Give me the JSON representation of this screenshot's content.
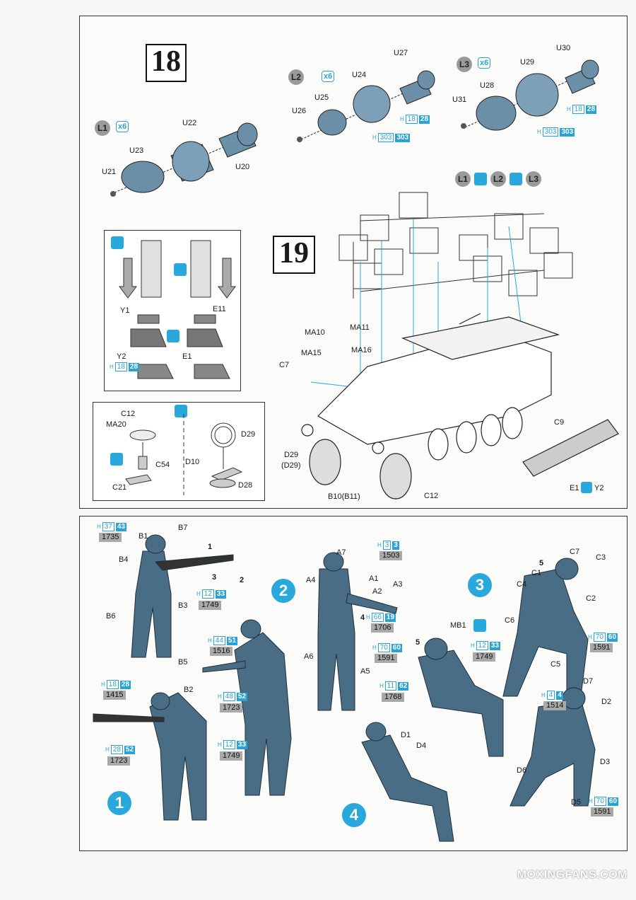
{
  "steps": {
    "s18": "18",
    "s19": "19"
  },
  "step18": {
    "groups": [
      {
        "id": "L1",
        "qty": "x6"
      },
      {
        "id": "L2",
        "qty": "x6"
      },
      {
        "id": "L3",
        "qty": "x6"
      }
    ],
    "parts": [
      "U21",
      "U23",
      "U22",
      "U20",
      "U26",
      "U25",
      "U24",
      "U27",
      "U31",
      "U28",
      "U29",
      "U30"
    ],
    "paints": [
      {
        "h": "H",
        "a": "18",
        "b": "28"
      },
      {
        "h": "H",
        "a": "303",
        "b": "303"
      },
      {
        "h": "H",
        "a": "18",
        "b": "28"
      },
      {
        "h": "H",
        "a": "303",
        "b": "303"
      }
    ]
  },
  "step19": {
    "top_labels": [
      "L1",
      "L2",
      "L3"
    ],
    "inset1": {
      "parts": [
        "Y1",
        "E11",
        "Y2",
        "E1"
      ],
      "paint": {
        "h": "H",
        "a": "18",
        "b": "28"
      }
    },
    "inset2": {
      "parts": [
        "C12",
        "MA20",
        "D29",
        "C54",
        "D10",
        "C21",
        "D28"
      ]
    },
    "parts": [
      "MA10",
      "MA11",
      "MA15",
      "MA16",
      "C7",
      "C9",
      "D29",
      "(D29)",
      "B10(B11)",
      "C12",
      "E1",
      "Y2"
    ]
  },
  "figures": {
    "f1": {
      "num": "1",
      "parts": [
        "B1",
        "B7",
        "B4",
        "B3",
        "B6",
        "B5",
        "B2"
      ],
      "callouts": [
        "1",
        "2",
        "3"
      ],
      "paints": [
        {
          "h": "H",
          "a": "37",
          "b": "43",
          "code": "1735"
        },
        {
          "h": "H",
          "a": "12",
          "b": "33",
          "code": "1749"
        },
        {
          "h": "H",
          "a": "18",
          "b": "28",
          "code": "1415"
        },
        {
          "h": "H",
          "a": "28",
          "b": "52",
          "code": "1723"
        }
      ]
    },
    "f2": {
      "num": "2",
      "parts": [
        "A7",
        "A1",
        "A4",
        "A2",
        "A3",
        "A6",
        "A5"
      ],
      "callout": "4",
      "paints": [
        {
          "h": "H",
          "a": "44",
          "b": "51",
          "code": "1516"
        },
        {
          "h": "H",
          "a": "48",
          "b": "52",
          "code": "1723"
        },
        {
          "h": "H",
          "a": "12",
          "b": "33",
          "code": "1749"
        },
        {
          "h": "H",
          "a": "3",
          "b": "3",
          "code": "1503"
        },
        {
          "h": "H",
          "a": "66",
          "b": "19",
          "code": "1706"
        },
        {
          "h": "H",
          "a": "70",
          "b": "60",
          "code": "1591"
        }
      ]
    },
    "f3": {
      "num": "3",
      "parts": [
        "C7",
        "C3",
        "C1",
        "C4",
        "C2",
        "C6",
        "C5",
        "MB1"
      ],
      "callouts": [
        "5",
        "5"
      ],
      "paints": [
        {
          "h": "H",
          "a": "70",
          "b": "60",
          "code": "1591"
        },
        {
          "h": "H",
          "a": "12",
          "b": "33",
          "code": "1749"
        },
        {
          "h": "H",
          "a": "11",
          "b": "62",
          "code": "1768"
        }
      ]
    },
    "f4": {
      "num": "4",
      "parts": [
        "D1",
        "D4",
        "D7",
        "D2",
        "D6",
        "D3",
        "D5"
      ],
      "paints": [
        {
          "h": "H",
          "a": "4",
          "b": "4",
          "code": "1514"
        },
        {
          "h": "H",
          "a": "70",
          "b": "60",
          "code": "1591"
        }
      ]
    }
  },
  "watermark": "MOXINGFANS.COM",
  "colors": {
    "accent": "#29a8dc",
    "figure": "#4a6d86",
    "part": "#6c8fa8",
    "code_bg": "#a9a9a9"
  }
}
